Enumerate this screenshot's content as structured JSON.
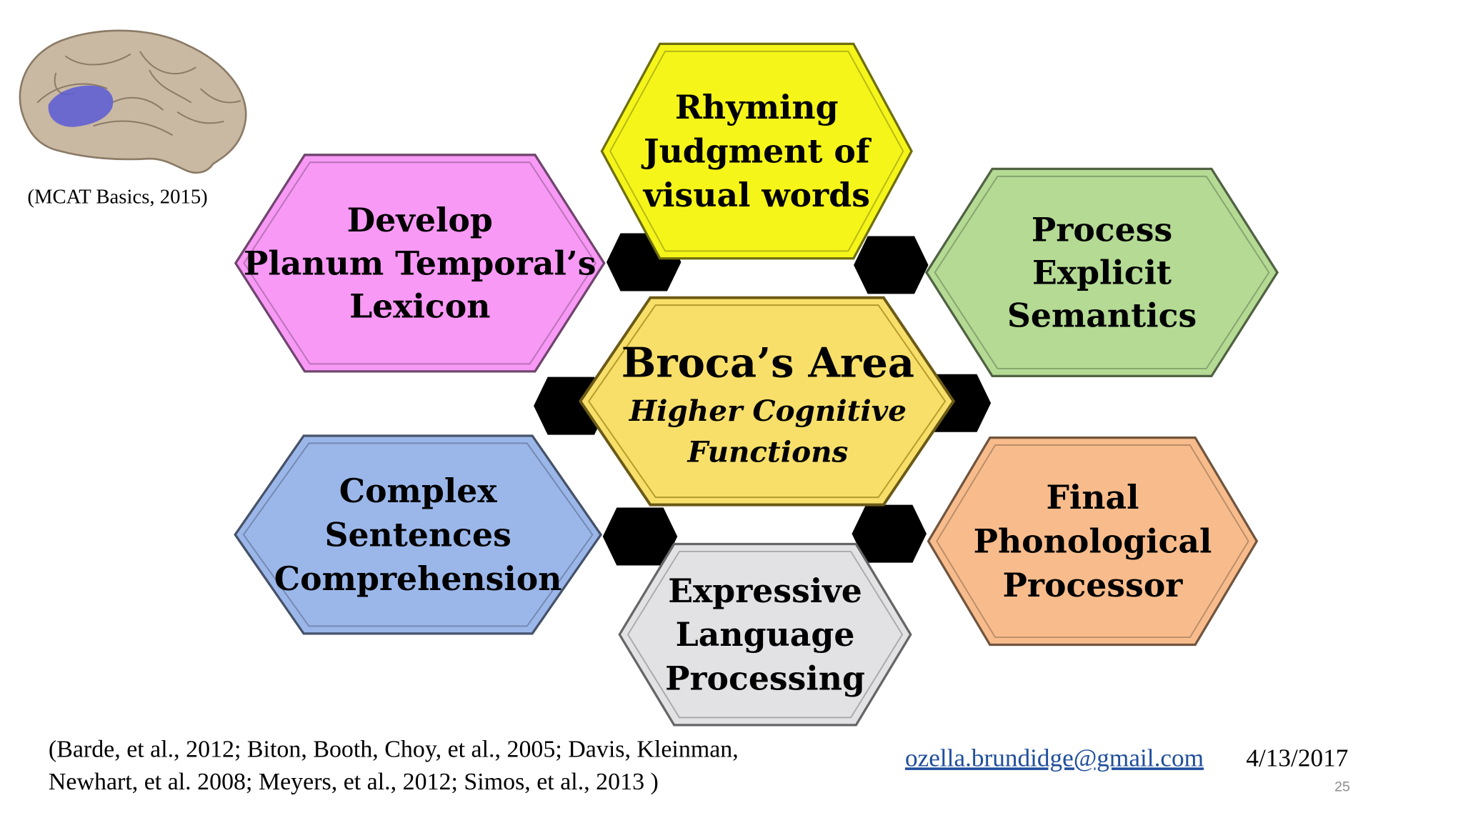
{
  "brain_image": {
    "icon": "brain-illustration",
    "highlight_color": "#5b5bd6",
    "caption": "(MCAT Basics, 2015)"
  },
  "center": {
    "title": "Broca’s Area",
    "subtitle_lines": [
      "Higher Cognitive",
      "Functions"
    ],
    "color": "#f7df6a"
  },
  "hexagons": [
    {
      "id": "planum",
      "lines": [
        "Develop",
        "Planum Temporal’s",
        "Lexicon"
      ],
      "color": "#f899f5"
    },
    {
      "id": "rhyming",
      "lines": [
        "Rhyming",
        "Judgment of",
        "visual words"
      ],
      "color": "#f5f51a"
    },
    {
      "id": "semantics",
      "lines": [
        "Process",
        "Explicit",
        "Semantics"
      ],
      "color": "#b4da94"
    },
    {
      "id": "complex",
      "lines": [
        "Complex",
        "Sentences",
        "Comprehension"
      ],
      "color": "#9bb7ea"
    },
    {
      "id": "expressive",
      "lines": [
        "Expressive",
        "Language",
        "Processing"
      ],
      "color": "#e2e2e4"
    },
    {
      "id": "phonological",
      "lines": [
        "Final",
        "Phonological",
        "Processor"
      ],
      "color": "#f8bc8c"
    }
  ],
  "connectors": {
    "color": "#000000",
    "count": 6
  },
  "citation_lines": [
    "(Barde, et al., 2012; Biton, Booth, Choy, et al., 2005; Davis, Kleinman,",
    "Newhart, et al. 2008; Meyers, et al., 2012; Simos, et al., 2013 )"
  ],
  "footer": {
    "email": "ozella.brundidge@gmail.com",
    "date": "4/13/2017",
    "page_number": "25"
  }
}
